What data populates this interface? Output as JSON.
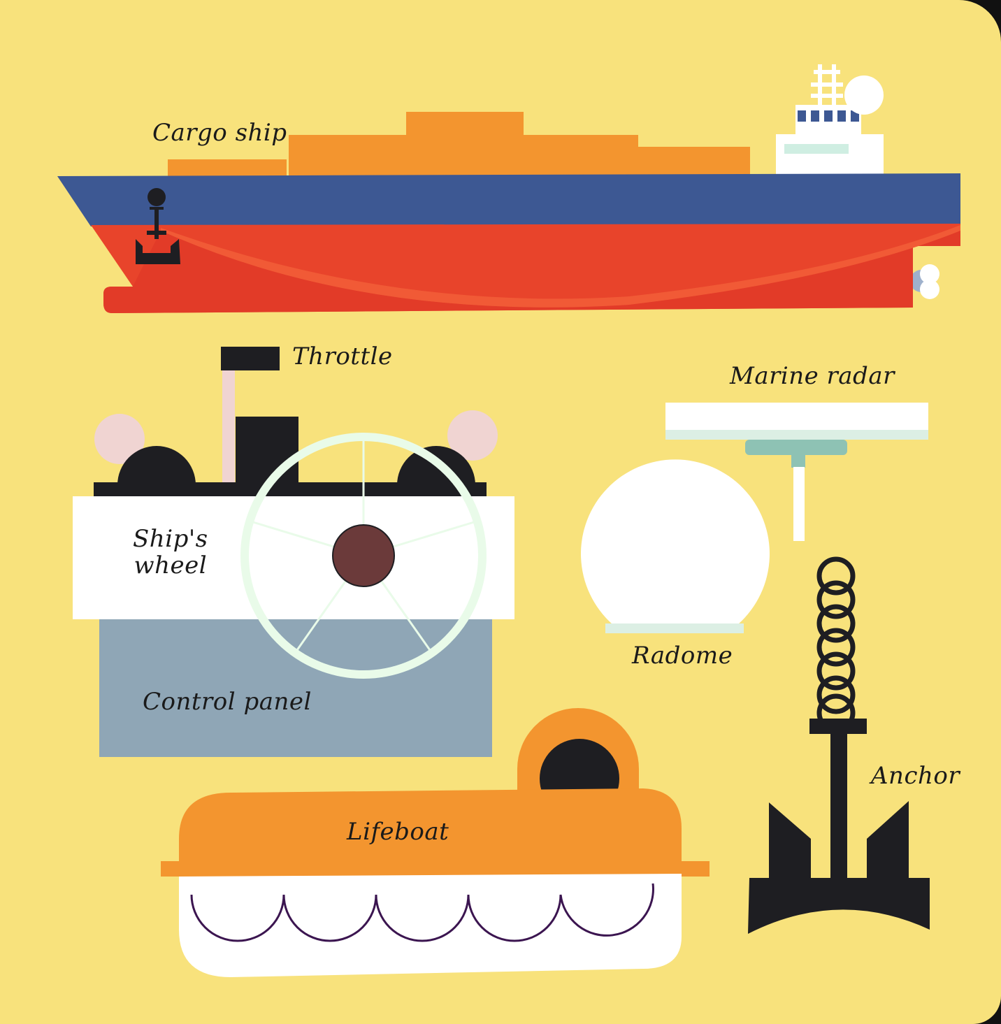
{
  "labels": {
    "cargo_ship": "Cargo ship",
    "throttle": "Throttle",
    "marine_radar": "Marine radar",
    "ships_wheel_line1": "Ship's",
    "ships_wheel_line2": "wheel",
    "radome": "Radome",
    "control_panel": "Control panel",
    "anchor": "Anchor",
    "lifeboat": "Lifeboat"
  },
  "colors": {
    "background": "#f8e27c",
    "hull_blue": "#3d5893",
    "hull_red": "#e8442b",
    "cargo_orange": "#f3952f",
    "panel_grey": "#8fa6b6",
    "wheel_rim": "#e9fbe9",
    "hub_brown": "#6b3a3a",
    "black": "#1e1e22"
  }
}
